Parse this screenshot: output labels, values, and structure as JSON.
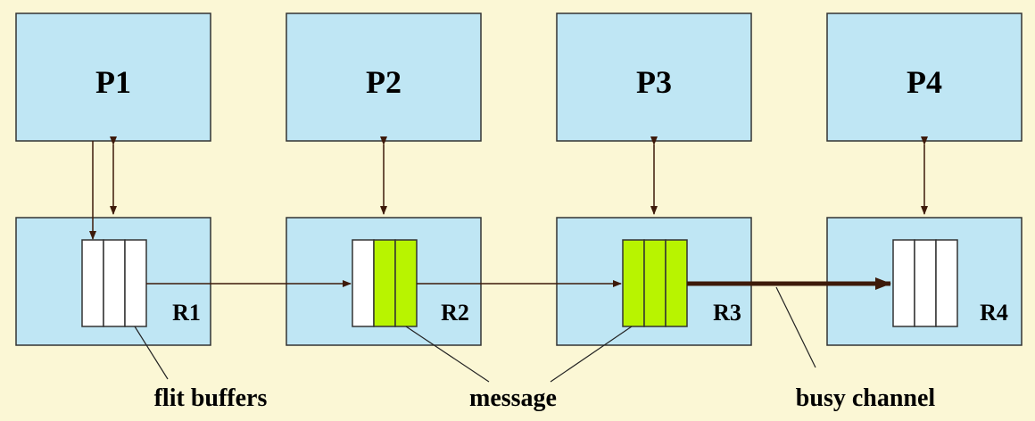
{
  "colors": {
    "background": "#fbf7d5",
    "box_fill": "#bfe6f4",
    "box_stroke": "#333333",
    "arrow": "#3d1a0a",
    "buffer_empty": "#ffffff",
    "buffer_full": "#b8f400"
  },
  "processors": [
    {
      "label": "P1"
    },
    {
      "label": "P2"
    },
    {
      "label": "P3"
    },
    {
      "label": "P4"
    }
  ],
  "routers": [
    {
      "label": "R1",
      "buffers": [
        "empty",
        "empty",
        "empty"
      ]
    },
    {
      "label": "R2",
      "buffers": [
        "empty",
        "full",
        "full"
      ]
    },
    {
      "label": "R3",
      "buffers": [
        "full",
        "full",
        "full"
      ]
    },
    {
      "label": "R4",
      "buffers": [
        "empty",
        "empty",
        "empty"
      ]
    }
  ],
  "captions": {
    "flit_buffers": "flit buffers",
    "message": "message",
    "busy_channel": "busy channel"
  }
}
